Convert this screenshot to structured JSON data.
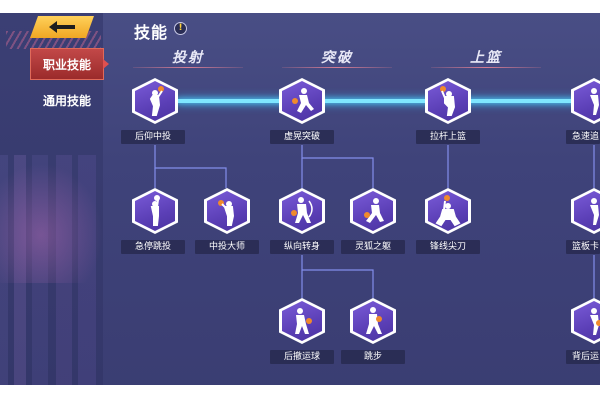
{
  "header": {
    "title": "技能",
    "info_glyph": "!"
  },
  "sidebar": {
    "tabs": [
      {
        "label": "职业技能",
        "active": true
      },
      {
        "label": "通用技能",
        "active": false
      }
    ]
  },
  "columns": [
    "投射",
    "突破",
    "上篮"
  ],
  "skills": [
    {
      "label": "后仰中投",
      "icon": "fadeaway-shot-icon"
    },
    {
      "label": "虚晃突破",
      "icon": "fake-drive-icon"
    },
    {
      "label": "拉杆上篮",
      "icon": "reverse-layup-icon"
    },
    {
      "label": "急速追",
      "icon": "speed-chase-icon"
    },
    {
      "label": "急停跳投",
      "icon": "pull-up-jumper-icon"
    },
    {
      "label": "中投大师",
      "icon": "midrange-master-icon"
    },
    {
      "label": "纵向转身",
      "icon": "spin-move-icon"
    },
    {
      "label": "灵狐之躯",
      "icon": "agile-fox-icon"
    },
    {
      "label": "锋线尖刀",
      "icon": "wing-blade-icon"
    },
    {
      "label": "篮板卡",
      "icon": "rebound-box-icon"
    },
    {
      "label": "后撤运球",
      "icon": "step-back-dribble-icon"
    },
    {
      "label": "跳步",
      "icon": "euro-step-icon"
    },
    {
      "label": "背后运",
      "icon": "behind-back-dribble-icon"
    }
  ],
  "colors": {
    "accent_line": "#7fe6ff",
    "active_tab": "#b23a3a",
    "back_button": "#f5b02e",
    "hex_fill": "#6a4cc8"
  }
}
